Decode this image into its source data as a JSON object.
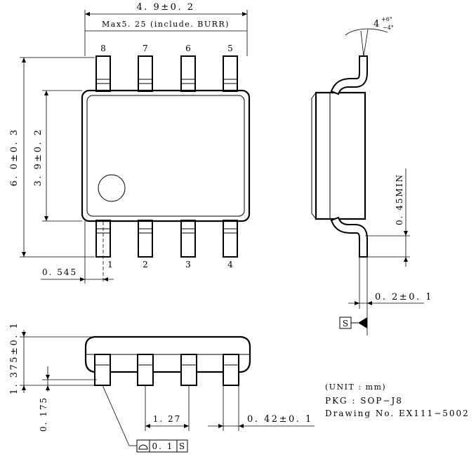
{
  "dimensions": {
    "body_length": "4. 9±0. 2",
    "max_length": "Max5. 25 (include. BURR)",
    "overall_width": "6. 0±0. 3",
    "body_width": "3. 9±0. 2",
    "pin1_offset": "0. 545",
    "lead_length_min": "0. 45MIN",
    "lead_thickness": "0. 2±0. 1",
    "lead_angle_base": "4",
    "lead_angle_plus": "+6°",
    "lead_angle_minus": "−4°",
    "package_height": "1. 375±0. 1",
    "standoff": "0. 175",
    "pitch": "1. 27",
    "lead_width": "0. 42±0. 1"
  },
  "pins": {
    "top": [
      "8",
      "7",
      "6",
      "5"
    ],
    "bottom": [
      "1",
      "2",
      "3",
      "4"
    ]
  },
  "datum": {
    "label": "S"
  },
  "flatness": {
    "value": "0. 1",
    "datum": "S"
  },
  "notes": {
    "unit": "(UNIT : mm)",
    "package": "PKG : SOP−J8",
    "drawing_no": "Drawing No. EX111−5002"
  }
}
